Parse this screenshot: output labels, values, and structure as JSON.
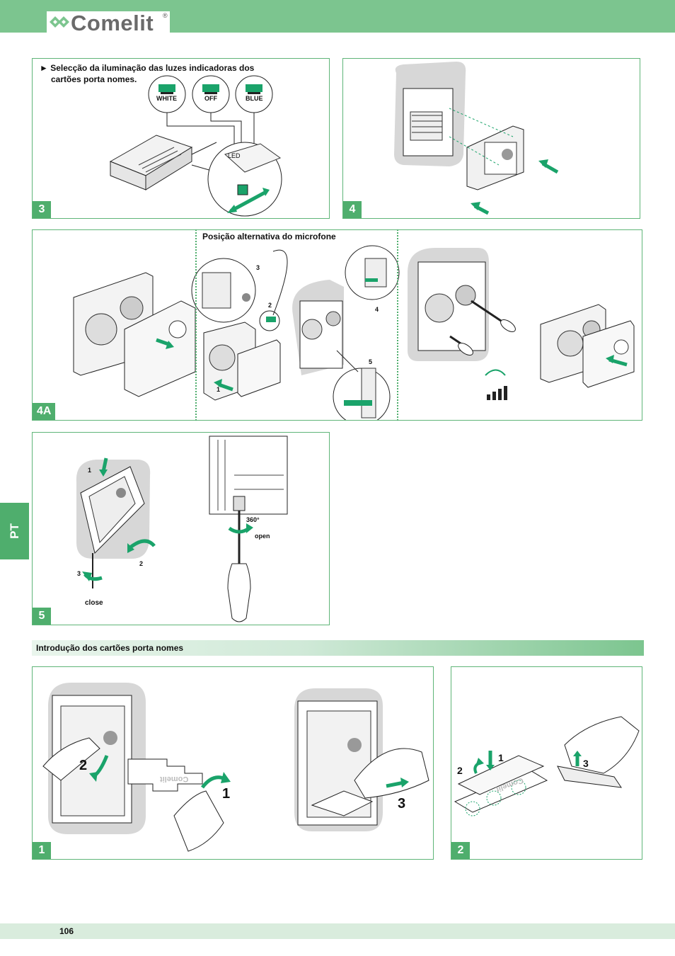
{
  "header": {
    "brand": "Comelit",
    "registered": "®"
  },
  "side_tab": {
    "label": "PT"
  },
  "panel3": {
    "title_line1": "► Selecção da iluminação das luzes indicadoras dos",
    "title_line2": "cartões porta nomes.",
    "options": [
      "WHITE",
      "OFF",
      "BLUE"
    ],
    "led_label": "LED",
    "number": "3"
  },
  "panel4": {
    "number": "4"
  },
  "panel4a": {
    "mic_title": "Posição alternativa do microfone",
    "steps": [
      "1",
      "2",
      "3",
      "4",
      "5"
    ],
    "number": "4A"
  },
  "panel5": {
    "steps": [
      "1",
      "2",
      "3"
    ],
    "close_label": "close",
    "open_label": "open",
    "rotation_label": "360°",
    "number": "5"
  },
  "section": {
    "title": "Introdução dos cartões porta nomes"
  },
  "panel1": {
    "steps": [
      "2",
      "1",
      "3"
    ],
    "card_brand": "Comelit",
    "number": "1"
  },
  "panel2": {
    "steps": [
      "1",
      "2",
      "3"
    ],
    "card_brand": "Comelit",
    "number": "2"
  },
  "footer": {
    "page_number": "106"
  },
  "colors": {
    "brand_green": "#7cc58f",
    "accent_green": "#4fae6d",
    "arrow_green": "#1aa36a"
  }
}
